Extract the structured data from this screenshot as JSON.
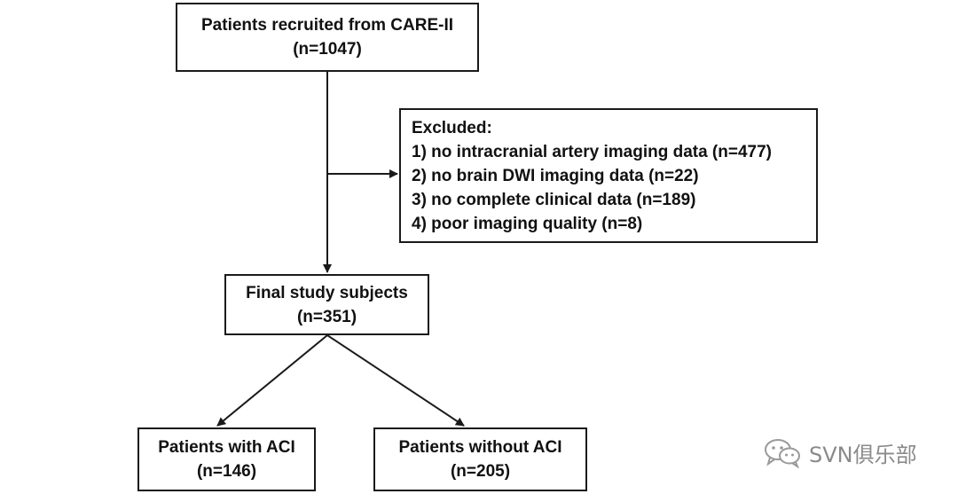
{
  "recruited": {
    "title": "Patients recruited from CARE-II",
    "count": "(n=1047)"
  },
  "excluded": {
    "title": "Excluded:",
    "items": [
      "1) no intracranial artery imaging data (n=477)",
      "2) no brain DWI imaging data (n=22)",
      "3) no complete clinical data (n=189)",
      "4) poor imaging quality (n=8)"
    ]
  },
  "final": {
    "title": "Final study subjects",
    "count": "(n=351)"
  },
  "with_aci": {
    "title": "Patients with ACI",
    "count": "(n=146)"
  },
  "without_aci": {
    "title": "Patients without ACI",
    "count": "(n=205)"
  },
  "watermark": {
    "text": "SVN俱乐部",
    "icon": "wechat-icon"
  }
}
